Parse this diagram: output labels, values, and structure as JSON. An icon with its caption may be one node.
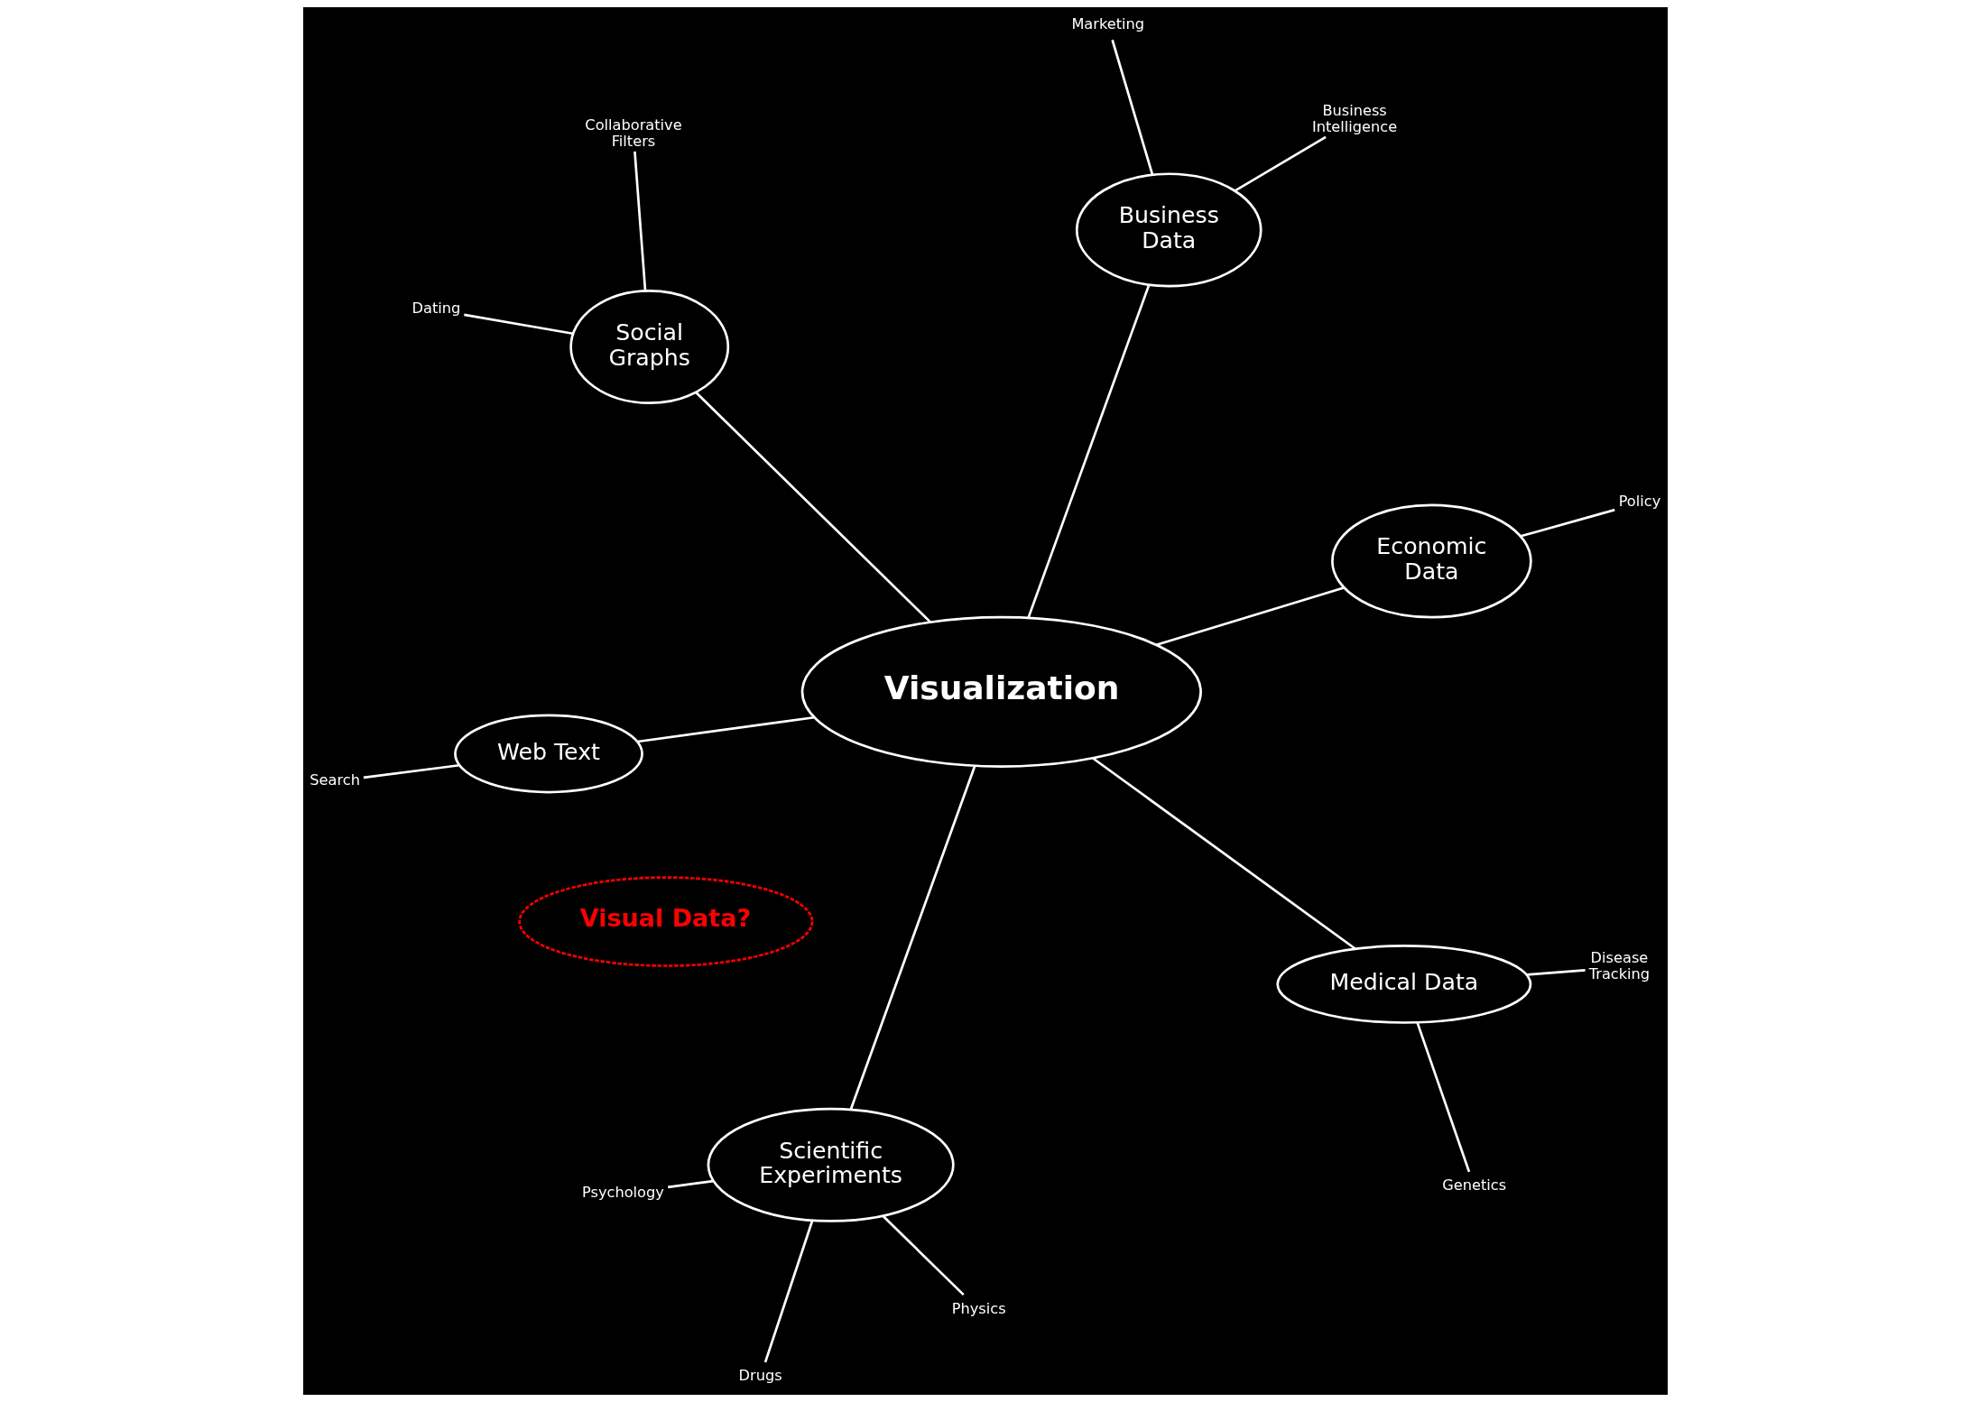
{
  "diagram": {
    "nodes": [
      {
        "text": [
          "Dating"
        ]
      },
      {
        "text": [
          "Physics"
        ]
      },
      {
        "text": [
          "Drugs"
        ]
      },
      {
        "text": [
          "Psychology"
        ]
      },
      {
        "text": [
          "Collaborative Filters"
        ]
      },
      {
        "text": [
          "Social Graphs"
        ]
      },
      {
        "text": [
          "Scientific Experiments"
        ]
      },
      {
        "text": [
          "Genetics"
        ]
      },
      {
        "text": [
          "Web Text"
        ]
      },
      {
        "text": [
          "Visualization"
        ]
      },
      {
        "text": [
          "Medical Data"
        ]
      },
      {
        "text": [
          "Search"
        ]
      },
      {
        "text": [
          "Disease Tracking"
        ]
      },
      {
        "text": [
          "Economic Data"
        ]
      },
      {
        "text": [
          "Visual Data?"
        ]
      },
      {
        "text": [
          "Business Data"
        ]
      },
      {
        "text": [
          "Policy"
        ]
      },
      {
        "text": [
          "Business Intelligence"
        ]
      },
      {
        "text": [
          "Marketing"
        ]
      }
    ],
    "edges": [
      {
        "from": 6,
        "to": 9,
        "arrow": "none"
      },
      {
        "from": 5,
        "to": 9,
        "arrow": "none"
      },
      {
        "from": 10,
        "to": 9,
        "arrow": "none"
      },
      {
        "from": 9,
        "to": 8,
        "arrow": "none"
      },
      {
        "from": 13,
        "to": 9,
        "arrow": "none"
      },
      {
        "from": 9,
        "to": 15,
        "arrow": "none"
      },
      {
        "from": 5,
        "to": 0,
        "arrow": "none"
      },
      {
        "from": 5,
        "to": 4,
        "arrow": "none"
      },
      {
        "from": 6,
        "to": 1,
        "arrow": "none"
      },
      {
        "from": 6,
        "to": 2,
        "arrow": "none"
      },
      {
        "from": 6,
        "to": 3,
        "arrow": "none"
      },
      {
        "from": 10,
        "to": 7,
        "arrow": "none"
      },
      {
        "from": 10,
        "to": 12,
        "arrow": "none"
      },
      {
        "from": 8,
        "to": 11,
        "arrow": "none"
      },
      {
        "from": 13,
        "to": 16,
        "arrow": "none"
      },
      {
        "from": 15,
        "to": 17,
        "arrow": "none"
      },
      {
        "from": 15,
        "to": 18,
        "arrow": "none"
      }
    ]
  }
}
